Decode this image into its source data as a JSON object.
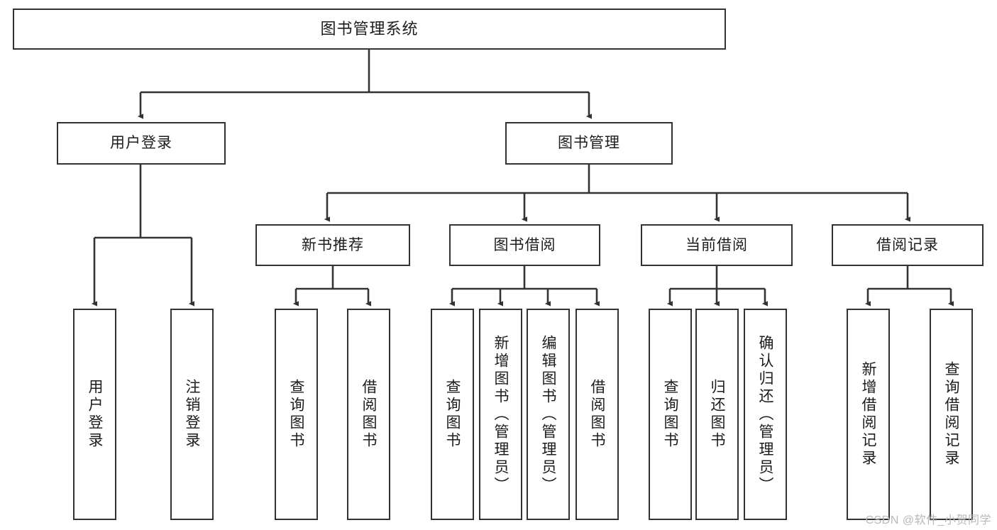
{
  "diagram": {
    "title": "图书管理系统",
    "type": "tree",
    "background_color": "#ffffff",
    "line_color": "#333333",
    "box_fill": "#ffffff",
    "text_color": "#1c1c1c",
    "levels": 4,
    "nodes": {
      "root": {
        "label": "图书管理系统"
      },
      "l1": [
        {
          "label": "用户登录"
        },
        {
          "label": "图书管理"
        }
      ],
      "l2": [
        {
          "label": "新书推荐"
        },
        {
          "label": "图书借阅"
        },
        {
          "label": "当前借阅"
        },
        {
          "label": "借阅记录"
        }
      ],
      "leaves": {
        "user_login": [
          {
            "label": "用户登录"
          },
          {
            "label": "注销登录"
          }
        ],
        "new_book": [
          {
            "label": "查询图书"
          },
          {
            "label": "借阅图书"
          }
        ],
        "borrow_book": [
          {
            "label": "查询图书"
          },
          {
            "label": "新增图书（管理员）"
          },
          {
            "label": "编辑图书（管理员）"
          },
          {
            "label": "借阅图书"
          }
        ],
        "current_borrow": [
          {
            "label": "查询图书"
          },
          {
            "label": "归还图书"
          },
          {
            "label": "确认归还（管理员）"
          }
        ],
        "borrow_record": [
          {
            "label": "新增借阅记录"
          },
          {
            "label": "查询借阅记录"
          }
        ]
      }
    }
  },
  "watermark": {
    "text": "CSDN @软件_小贺同学"
  }
}
